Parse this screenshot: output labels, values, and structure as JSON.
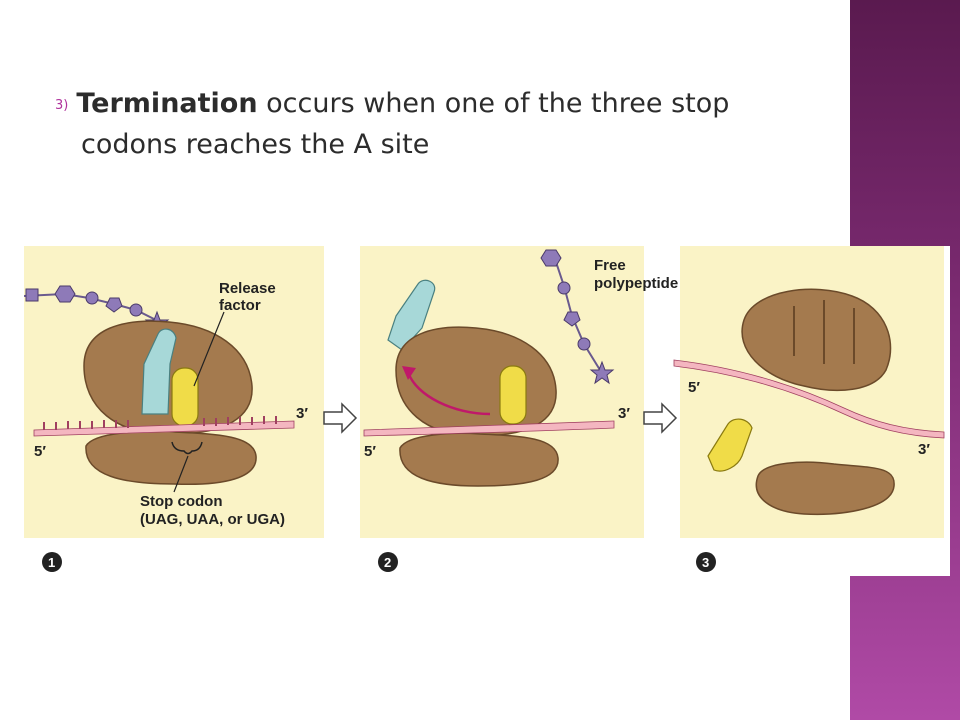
{
  "point": {
    "number": "3)",
    "bold_term": "Termination",
    "text_line1": " occurs when one of the three stop",
    "text_line2": "codons reaches the A site"
  },
  "figure": {
    "labels": {
      "release_factor_1": "Release",
      "release_factor_2": "factor",
      "free_polypeptide_1": "Free",
      "free_polypeptide_2": "polypeptide",
      "stop_codon_1": "Stop codon",
      "stop_codon_2": "(UAG, UAA, or UGA)",
      "three_prime": "3′",
      "five_prime": "5′"
    },
    "steps": [
      "1",
      "2",
      "3"
    ],
    "colors": {
      "panel_bg": "#faf3c6",
      "ribosome": "#a47a4e",
      "trna": "#a7d8d8",
      "release_factor": "#f0dc48",
      "mrna": "#f4b6c0",
      "chain_beads": "#8e7ab8",
      "arrow_magenta": "#c0186a",
      "sidebar": "#7a2a70"
    }
  }
}
